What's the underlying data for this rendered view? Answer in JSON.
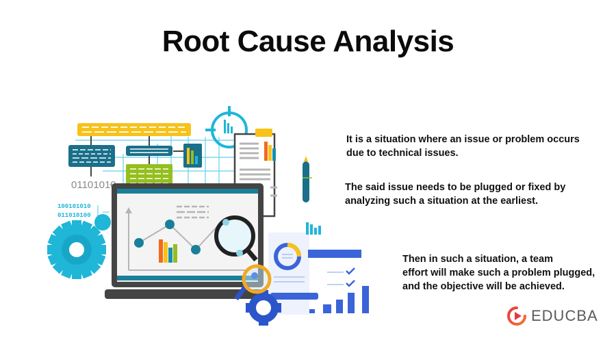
{
  "header": {
    "title": "Root Cause Analysis"
  },
  "content": {
    "paragraphs": [
      {
        "text": "It is a situation where an issue or problem occurs\ndue to technical issues."
      },
      {
        "text": "The said issue needs to be plugged or fixed by\nanalyzing such a situation at the earliest."
      },
      {
        "text": "Then in such a situation, a team\n effort will make such a problem plugged,\n and the objective will be achieved."
      }
    ]
  },
  "illustration": {
    "binary_label": "01101010",
    "binary_small_1": "100101010",
    "binary_small_2": "011010100",
    "icons": [
      "flowchart",
      "gear-icon",
      "laptop-with-chart",
      "magnifier-icon",
      "report-document",
      "pen-icon",
      "donut-chart-document",
      "bar-growth-chart",
      "target-icon"
    ]
  },
  "brand": {
    "name": "EDUCBA",
    "colors": {
      "teal": "#1fb6d8",
      "dark_teal": "#1a6f8a",
      "yellow": "#f7c21a",
      "green": "#95bf1f",
      "orange": "#f26a1b",
      "blue": "#3a64d8",
      "logo_red": "#e8383d"
    }
  }
}
